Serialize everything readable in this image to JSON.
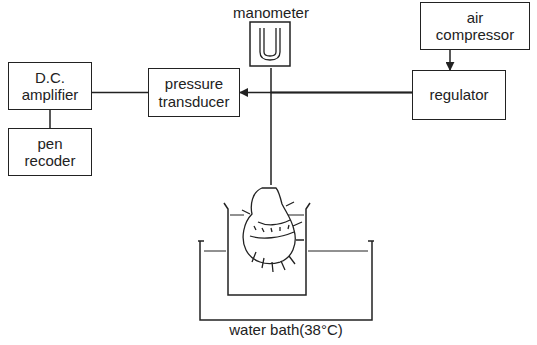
{
  "diagram": {
    "nodes": [
      {
        "text": [
          "D.C. amplifier"
        ]
      },
      {
        "text": [
          "pen recoder"
        ]
      },
      {
        "text": [
          "pressure transducer"
        ]
      },
      {
        "text": [
          "manometer"
        ]
      },
      {
        "text": [
          "air compressor"
        ]
      },
      {
        "text": [
          "regulator"
        ]
      },
      {
        "text": [
          "water bath(38°C)"
        ]
      }
    ],
    "edges": [
      {
        "from": 0,
        "to": 1,
        "arrow": "none"
      },
      {
        "from": 0,
        "to": 2,
        "arrow": "none"
      },
      {
        "from": 4,
        "to": 5,
        "arrow": "to"
      },
      {
        "from": 5,
        "to": 2,
        "arrow": "to"
      },
      {
        "from": 5,
        "to": 3,
        "arrow": "none"
      },
      {
        "from": 5,
        "to": 6,
        "arrow": "none"
      }
    ]
  }
}
